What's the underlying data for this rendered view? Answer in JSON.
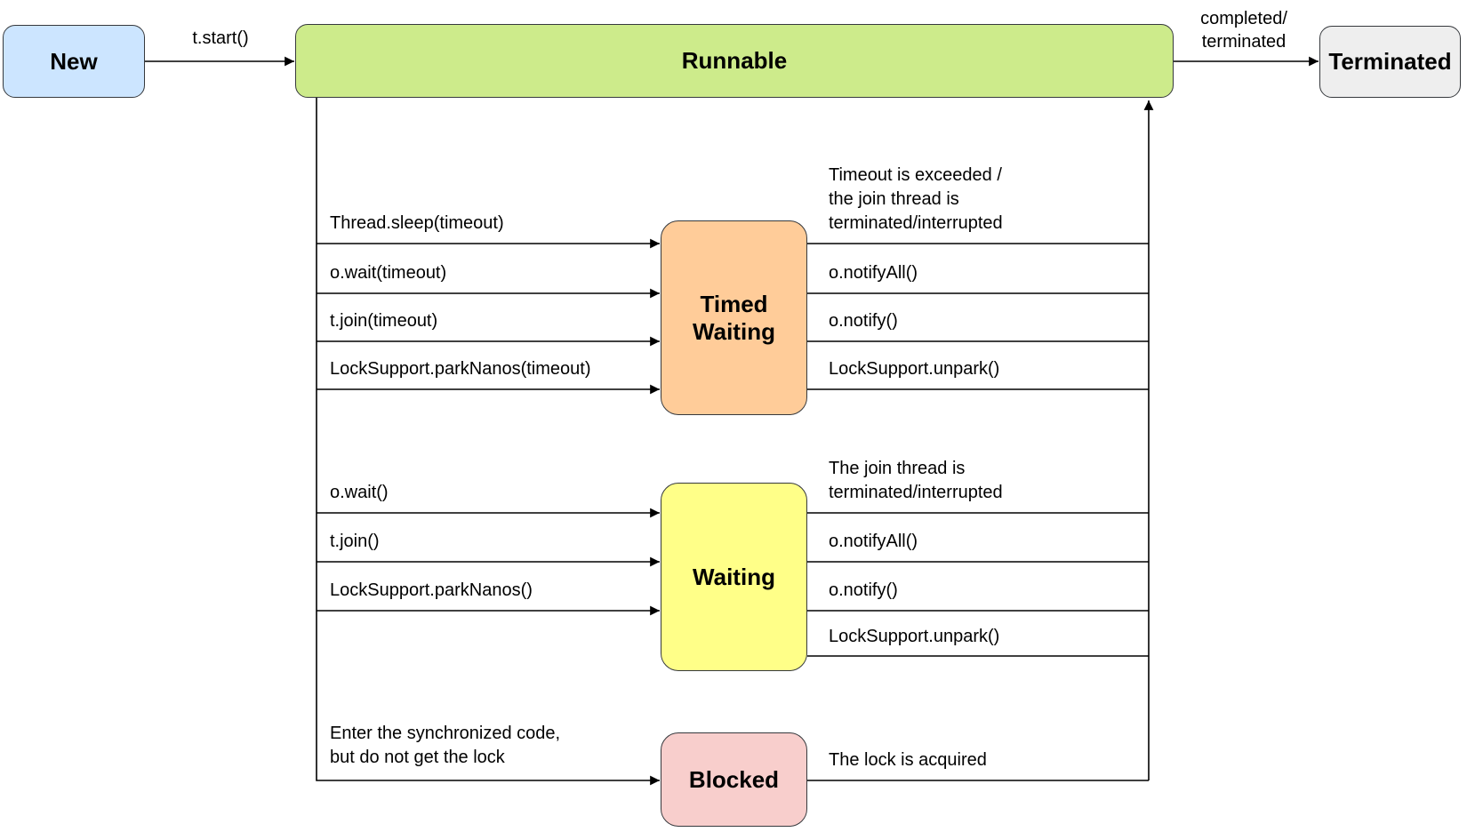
{
  "nodes": {
    "new": {
      "label": "New",
      "fill": "#cce5ff"
    },
    "runnable": {
      "label": "Runnable",
      "fill": "#cdeb8b"
    },
    "terminated": {
      "label": "Terminated",
      "fill": "#eeeeee"
    },
    "timed_waiting": {
      "label": "Timed Waiting",
      "fill": "#ffcc99"
    },
    "waiting": {
      "label": "Waiting",
      "fill": "#ffff88"
    },
    "blocked": {
      "label": "Blocked",
      "fill": "#f8cecc"
    }
  },
  "edges": {
    "t_start": {
      "label": "t.start()"
    },
    "completed_terminated": {
      "label": "completed/\nterminated"
    },
    "thread_sleep_timeout": {
      "label": "Thread.sleep(timeout)"
    },
    "o_wait_timeout": {
      "label": "o.wait(timeout)"
    },
    "t_join_timeout": {
      "label": "t.join(timeout)"
    },
    "locksupport_parknanos_timeout": {
      "label": "LockSupport.parkNanos(timeout)"
    },
    "timeout_exceeded": {
      "label": "Timeout is exceeded /\nthe join thread is\nterminated/interrupted"
    },
    "o_notifyall_timed": {
      "label": "o.notifyAll()"
    },
    "o_notify_timed": {
      "label": "o.notify()"
    },
    "locksupport_unpark_timed": {
      "label": "LockSupport.unpark()"
    },
    "o_wait": {
      "label": "o.wait()"
    },
    "t_join": {
      "label": "t.join()"
    },
    "locksupport_parknanos": {
      "label": "LockSupport.parkNanos()"
    },
    "join_thread_terminated": {
      "label": "The join thread is\nterminated/interrupted"
    },
    "o_notifyall_waiting": {
      "label": "o.notifyAll()"
    },
    "o_notify_waiting": {
      "label": "o.notify()"
    },
    "locksupport_unpark_waiting": {
      "label": "LockSupport.unpark()"
    },
    "enter_synchronized": {
      "label": "Enter the synchronized code,\nbut do not get the lock"
    },
    "lock_acquired": {
      "label": "The lock is acquired"
    }
  },
  "colors": {
    "line": "#000000",
    "node_border": "#36393d",
    "background": "#ffffff"
  }
}
